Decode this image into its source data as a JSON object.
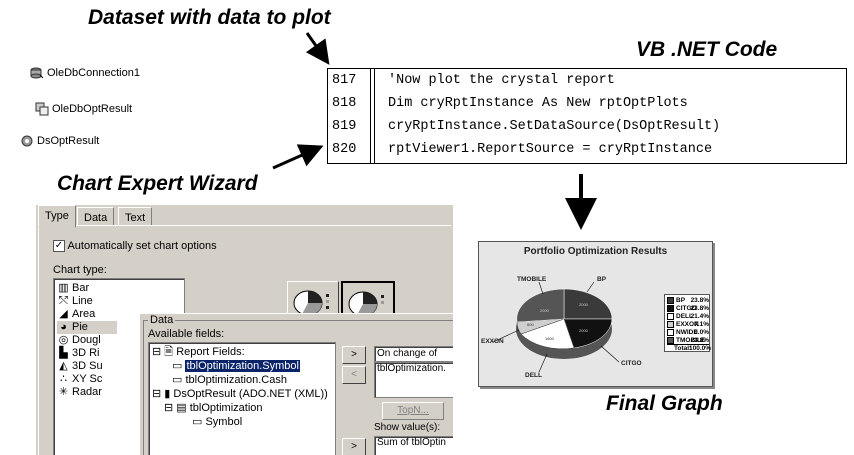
{
  "captions": {
    "dataset": "Dataset with data to plot",
    "vbcode": "VB .NET  Code",
    "wizard": "Chart Expert Wizard",
    "final": "Final Graph"
  },
  "components": [
    {
      "icon": "connection-icon",
      "label": "OleDbConnection1"
    },
    {
      "icon": "adapter-icon",
      "label": "OleDbOptResult"
    },
    {
      "icon": "dataset-icon",
      "label": "DsOptResult"
    }
  ],
  "code": {
    "lines": [
      {
        "num": "817",
        "text": "'Now plot the crystal report"
      },
      {
        "num": "818",
        "text": "Dim cryRptInstance As New rptOptPlots"
      },
      {
        "num": "819",
        "text": "cryRptInstance.SetDataSource(DsOptResult)"
      },
      {
        "num": "820",
        "text": "rptViewer1.ReportSource = cryRptInstance"
      }
    ]
  },
  "dialog": {
    "tabs": [
      "Type",
      "Data",
      "Text"
    ],
    "auto_checkbox_label": "Automatically set chart options",
    "chart_type_label": "Chart type:",
    "chart_types": [
      "Bar",
      "Line",
      "Area",
      "Pie",
      "Dougl",
      "3D Ri",
      "3D Su",
      "XY Sc",
      "Radar"
    ],
    "selected_chart_type": "Pie",
    "data_group_label": "Data",
    "available_fields_label": "Available fields:",
    "tree": [
      {
        "glyph": "⊟",
        "label": "Report Fields:"
      },
      {
        "glyph": "▭",
        "label": "tblOptimization.Symbol"
      },
      {
        "glyph": "▭",
        "label": "tblOptimization.Cash"
      },
      {
        "glyph": "⊟",
        "label": "DsOptResult (ADO.NET (XML))"
      },
      {
        "glyph": "⊟",
        "label": "tblOptimization"
      },
      {
        "glyph": "▭",
        "label": "Symbol"
      }
    ],
    "on_change_label": "On change of",
    "on_change_value": "tblOptimization.",
    "topn_label": "TopN...",
    "show_values_label": "Show value(s):",
    "show_values_value": "Sum of tblOptin",
    "btn_add": ">",
    "btn_remove": "<"
  },
  "graph": {
    "title": "Portfolio Optimization Results",
    "legend": [
      {
        "name": "BP",
        "pct": "23.8%",
        "color": "#3a3a3a"
      },
      {
        "name": "CITGO",
        "pct": "23.8%",
        "color": "#111111"
      },
      {
        "name": "DELL",
        "pct": "21.4%",
        "color": "#ffffff"
      },
      {
        "name": "EXXON",
        "pct": "7.1%",
        "color": "#cfcfcf"
      },
      {
        "name": "NWIDE",
        "pct": "0.0%",
        "color": "#ffffff"
      },
      {
        "name": "TMOBILE",
        "pct": "23.8%",
        "color": "#555555"
      }
    ],
    "total_label": "Total:",
    "total_pct": "100.0%",
    "slice_labels": {
      "tmobile": "TMOBILE",
      "bp": "BP",
      "exxon": "EXXON",
      "citgo": "CITGO",
      "dell": "DELL"
    },
    "slice_values": [
      "2000",
      "2000",
      "2000",
      "600",
      "1800"
    ]
  }
}
